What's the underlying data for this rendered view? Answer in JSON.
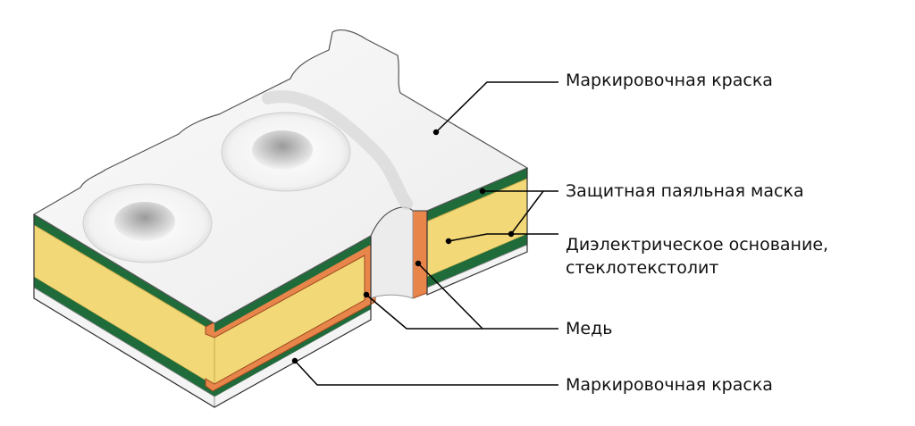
{
  "labels": {
    "silkscreen_top": "Маркировочная краска",
    "solder_mask": "Защитная паяльная маска",
    "dielectric_line1": "Диэлектрическое основание,",
    "dielectric_line2": "стеклотекстолит",
    "copper": "Медь",
    "silkscreen_bottom": "Маркировочная краска"
  },
  "colors": {
    "silkscreen": "#ffffff",
    "solder_mask": "#1f6b3a",
    "dielectric": "#f3d877",
    "copper": "#e8854a",
    "outline": "#333333",
    "leader": "#000000"
  }
}
